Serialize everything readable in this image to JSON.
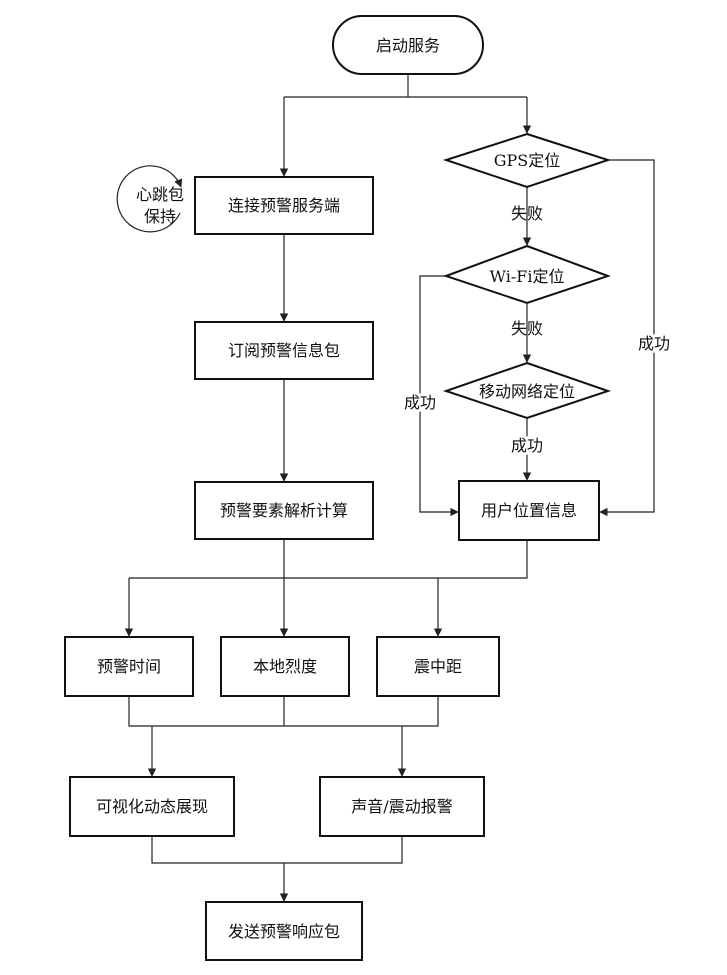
{
  "nodes": {
    "start": "启动服务",
    "connect": "连接预警服务端",
    "heartbeat_line1": "心跳包",
    "heartbeat_line2": "保持",
    "subscribe": "订阅预警信息包",
    "parse": "预警要素解析计算",
    "gps": "GPS定位",
    "wifi": "Wi-Fi定位",
    "mobile": "移动网络定位",
    "user_location": "用户位置信息",
    "warning_time": "预警时间",
    "local_intensity": "本地烈度",
    "epicenter_distance": "震中距",
    "visualization": "可视化动态展现",
    "alarm": "声音/震动报警",
    "send_response": "发送预警响应包"
  },
  "edge_labels": {
    "gps_fail": "失败",
    "wifi_fail": "失败",
    "gps_success": "成功",
    "wifi_success": "成功",
    "mobile_success": "成功"
  },
  "colors": {
    "stroke": "#111111",
    "background": "#ffffff"
  }
}
